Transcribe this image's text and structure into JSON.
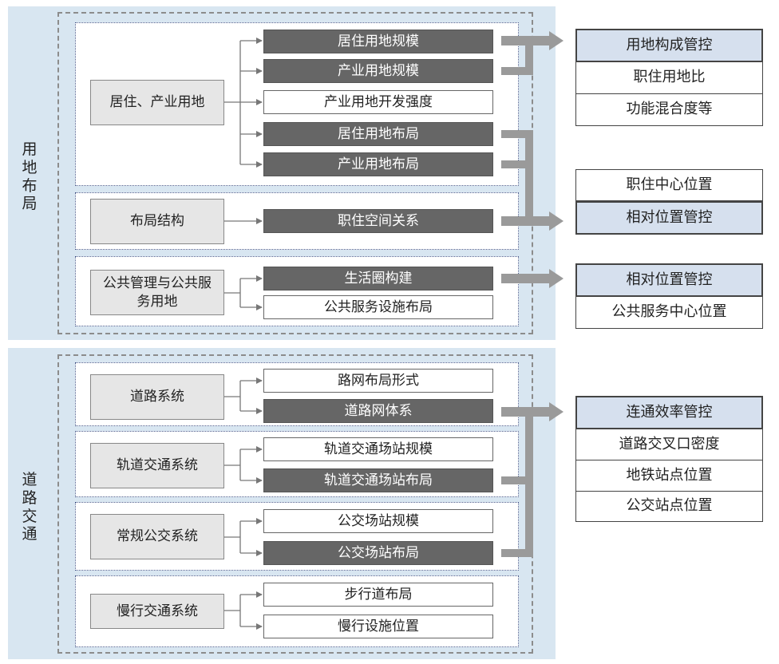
{
  "sections": [
    {
      "label": "用地布局"
    },
    {
      "label": "道路交通"
    }
  ],
  "groups": [
    {
      "category": "居住、产业用地",
      "items": [
        {
          "text": "居住用地规模",
          "style": "dark"
        },
        {
          "text": "产业用地规模",
          "style": "dark"
        },
        {
          "text": "产业用地开发强度",
          "style": "light"
        },
        {
          "text": "居住用地布局",
          "style": "dark"
        },
        {
          "text": "产业用地布局",
          "style": "dark"
        }
      ]
    },
    {
      "category": "布局结构",
      "items": [
        {
          "text": "职住空间关系",
          "style": "dark"
        }
      ]
    },
    {
      "category": "公共管理与公共服务用地",
      "items": [
        {
          "text": "生活圈构建",
          "style": "dark"
        },
        {
          "text": "公共服务设施布局",
          "style": "light"
        }
      ]
    },
    {
      "category": "道路系统",
      "items": [
        {
          "text": "路网布局形式",
          "style": "light"
        },
        {
          "text": "道路网体系",
          "style": "dark"
        }
      ]
    },
    {
      "category": "轨道交通系统",
      "items": [
        {
          "text": "轨道交通场站规模",
          "style": "light"
        },
        {
          "text": "轨道交通场站布局",
          "style": "dark"
        }
      ]
    },
    {
      "category": "常规公交系统",
      "items": [
        {
          "text": "公交场站规模",
          "style": "light"
        },
        {
          "text": "公交场站布局",
          "style": "dark"
        }
      ]
    },
    {
      "category": "慢行交通系统",
      "items": [
        {
          "text": "步行道布局",
          "style": "light"
        },
        {
          "text": "慢行设施位置",
          "style": "light"
        }
      ]
    }
  ],
  "controls": [
    {
      "title": "用地构成管控",
      "items": [
        "职住用地比",
        "功能混合度等"
      ]
    },
    {
      "title": "相对位置管控",
      "items": [
        "职住中心位置"
      ],
      "title_position": "bottom"
    },
    {
      "title": "相对位置管控",
      "items": [
        "公共服务中心位置"
      ]
    },
    {
      "title": "连通效率管控",
      "items": [
        "道路交叉口密度",
        "地铁站点位置",
        "公交站点位置"
      ]
    }
  ],
  "colors": {
    "panel": "#d8e6f1",
    "dark_box": "#666666",
    "control_header": "#d6e0ee",
    "arrow": "#9a9a9a"
  }
}
